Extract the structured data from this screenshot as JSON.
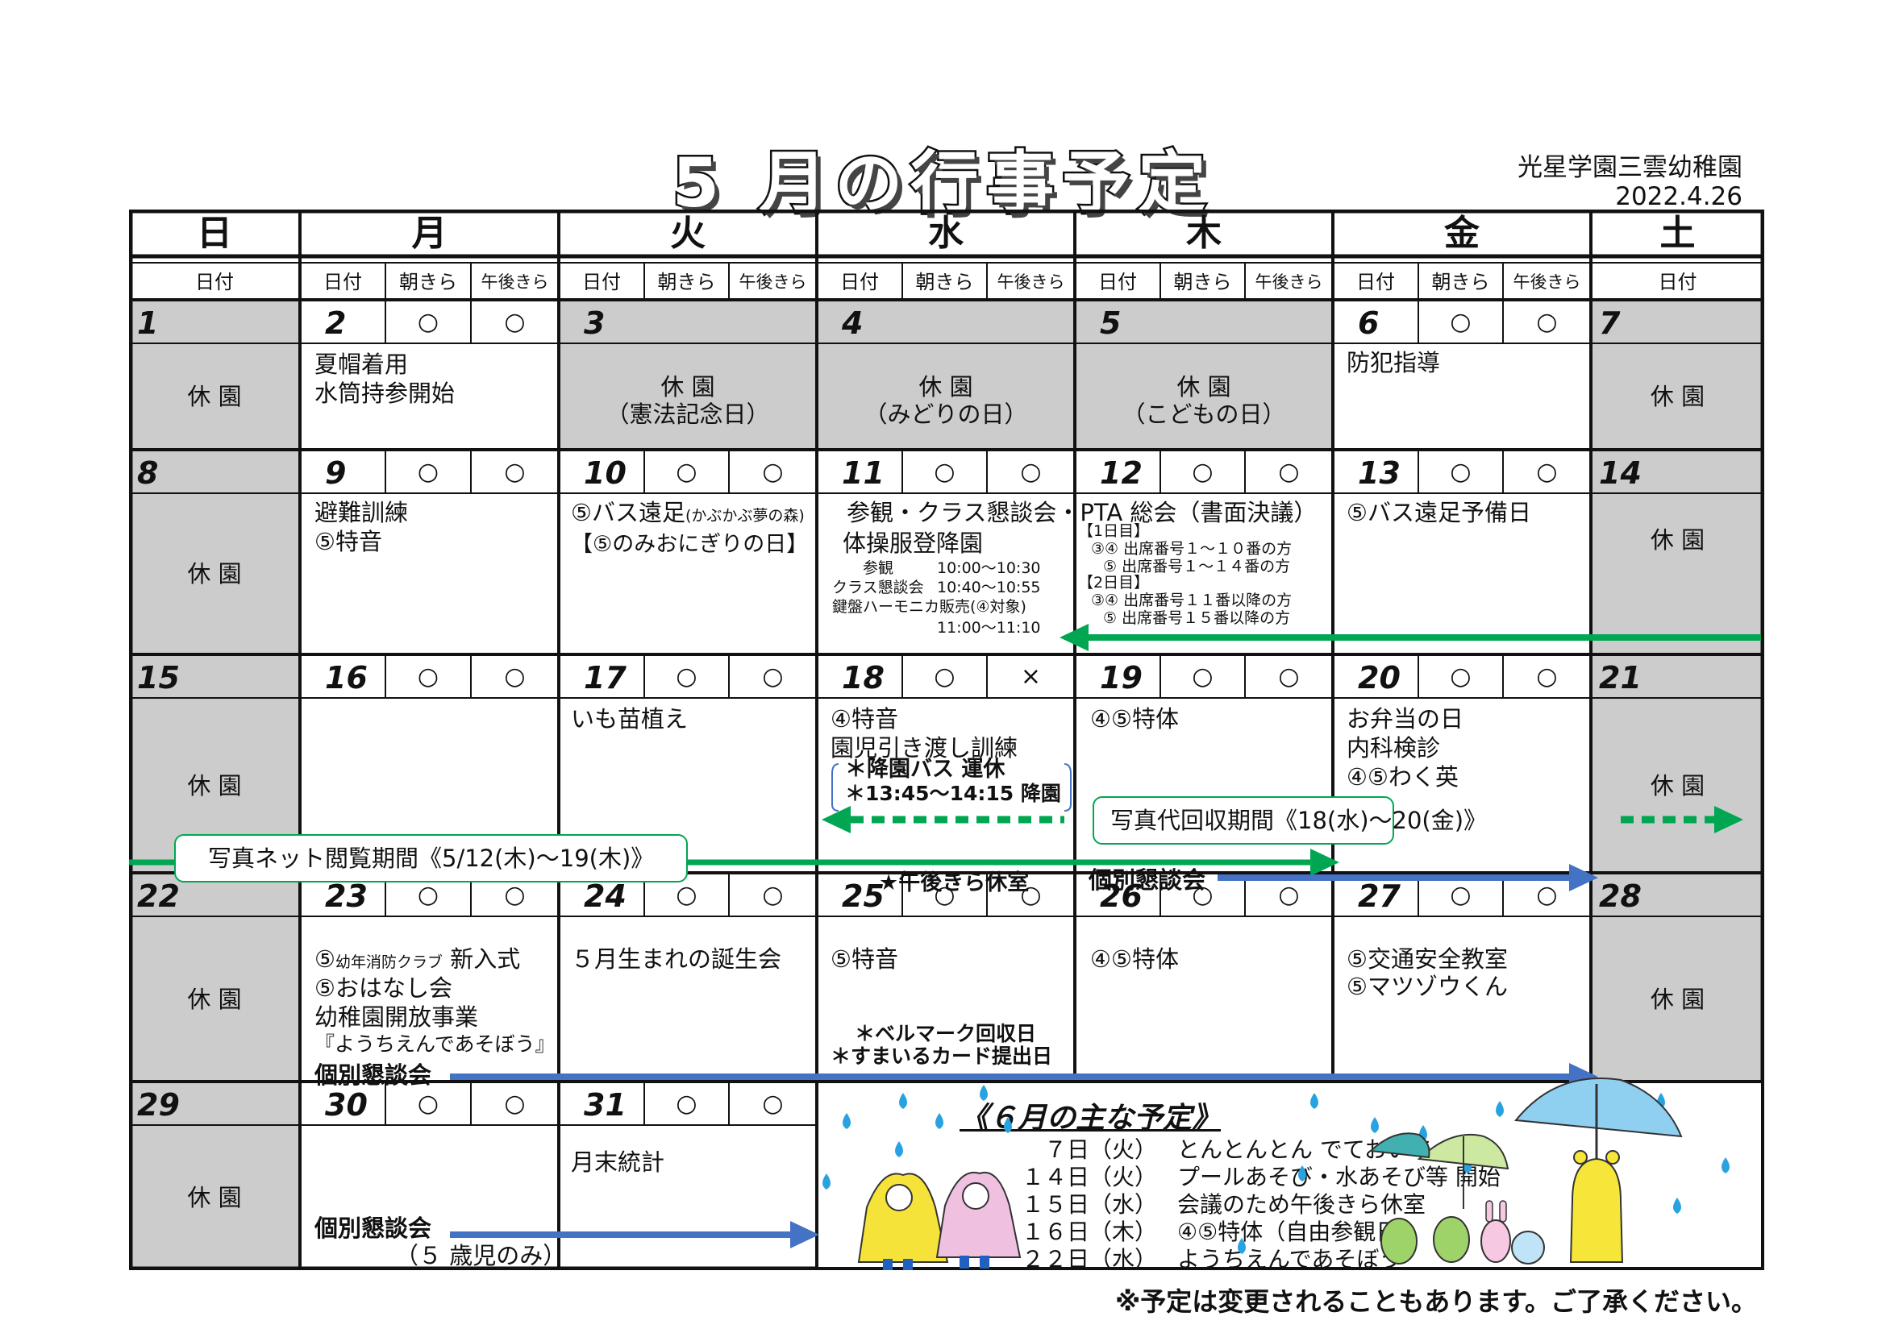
{
  "header": {
    "title": "5 月の行事予定",
    "school": "光星学園三雲幼稚園",
    "date": "2022.4.26"
  },
  "weekdays": [
    "日",
    "月",
    "火",
    "水",
    "木",
    "金",
    "土"
  ],
  "subheaders": {
    "date": "日付",
    "morning": "朝きら",
    "afternoon": "午後きら"
  },
  "marks": {
    "yes": "○",
    "no": "×"
  },
  "closed": "休 園",
  "weeks": [
    {
      "days": [
        "1",
        "2",
        "3",
        "4",
        "5",
        "6",
        "7"
      ]
    },
    {
      "days": [
        "8",
        "9",
        "10",
        "11",
        "12",
        "13",
        "14"
      ]
    },
    {
      "days": [
        "15",
        "16",
        "17",
        "18",
        "19",
        "20",
        "21"
      ]
    },
    {
      "days": [
        "22",
        "23",
        "24",
        "25",
        "26",
        "27",
        "28"
      ]
    },
    {
      "days": [
        "29",
        "30",
        "31"
      ]
    }
  ],
  "holidays": {
    "may3": "（憲法記念日）",
    "may4": "（みどりの日）",
    "may5": "（こどもの日）"
  },
  "events": {
    "may2": [
      "夏帽着用",
      "水筒持参開始"
    ],
    "may6": "防犯指導",
    "may9": [
      "避難訓練",
      "⑤特音"
    ],
    "may10": {
      "main": "⑤バス遠足",
      "place": "(かぶかぶ夢の森)",
      "note": "【⑤のみおにぎりの日】"
    },
    "may11": {
      "line1": "参観・クラス懇談会・PTA 総会（書面決議）",
      "line2": "体操服登降園",
      "sanshu_label": "参観",
      "sanshu_time": "10:00〜10:30",
      "class_label": "クラス懇談会",
      "class_time": "10:40〜10:55",
      "harmonica": "鍵盤ハーモニカ販売(④対象)",
      "harmonica_time": "11:00〜11:10",
      "day1": "【1日目】",
      "day1_a": "③④ 出席番号１〜１０番の方",
      "day1_b": "⑤ 出席番号１〜１４番の方",
      "day2": "【2日目】",
      "day2_a": "③④ 出席番号１１番以降の方",
      "day2_b": "⑤ 出席番号１５番以降の方"
    },
    "may13": "⑤バス遠足予備日",
    "may17": "いも苗植え",
    "may18": {
      "a": "④特音",
      "b": "園児引き渡し訓練",
      "c": "＊降園バス 運休",
      "d": "＊13:45〜14:15 降園",
      "e": "★午後きら休室"
    },
    "may19": "④⑤特体",
    "may20": [
      "お弁当の日",
      "内科検診",
      "④⑤わく英"
    ],
    "photo_net": "写真ネット閲覧期間《5/12(木)〜19(木)》",
    "photo_collect": "写真代回収期間《18(水)〜20(金)》",
    "kobetsu": "個別懇談会",
    "may23": {
      "a_prefix": "⑤",
      "a_small": "幼年消防クラブ",
      "a_rest": " 新入式",
      "b": "⑤おはなし会",
      "c": "幼稚園開放事業",
      "d": "『ようちえんであそぼう』"
    },
    "may24": "５月生まれの誕生会",
    "may25": {
      "a": "⑤特音",
      "b": "＊ベルマーク回収日",
      "c": "＊すまいるカード提出日"
    },
    "may26": "④⑤特体",
    "may27": [
      "⑤交通安全教室",
      "⑤マツゾウくん"
    ],
    "may30": {
      "a": "個別懇談会",
      "b": "（５ 歳児のみ）"
    },
    "may31": "月末統計"
  },
  "june": {
    "title": "《６月の主な予定》",
    "items": [
      {
        "date": "７日（火）",
        "text": "とんとんとん でておいで"
      },
      {
        "date": "１４日（火）",
        "text": "プールあそび・水あそび等 開始"
      },
      {
        "date": "１５日（水）",
        "text": "会議のため午後きら休室"
      },
      {
        "date": "１６日（木）",
        "text": "④⑤特体（自由参観日）"
      },
      {
        "date": "２２日（水）",
        "text": "ようちえんであそぼう"
      }
    ]
  },
  "footnote": "※予定は変更されることもあります。ご了承ください。",
  "colors": {
    "green": "#00a651",
    "blue": "#4472c4",
    "gray": "#cccccc",
    "drop": "#29a3e0"
  }
}
